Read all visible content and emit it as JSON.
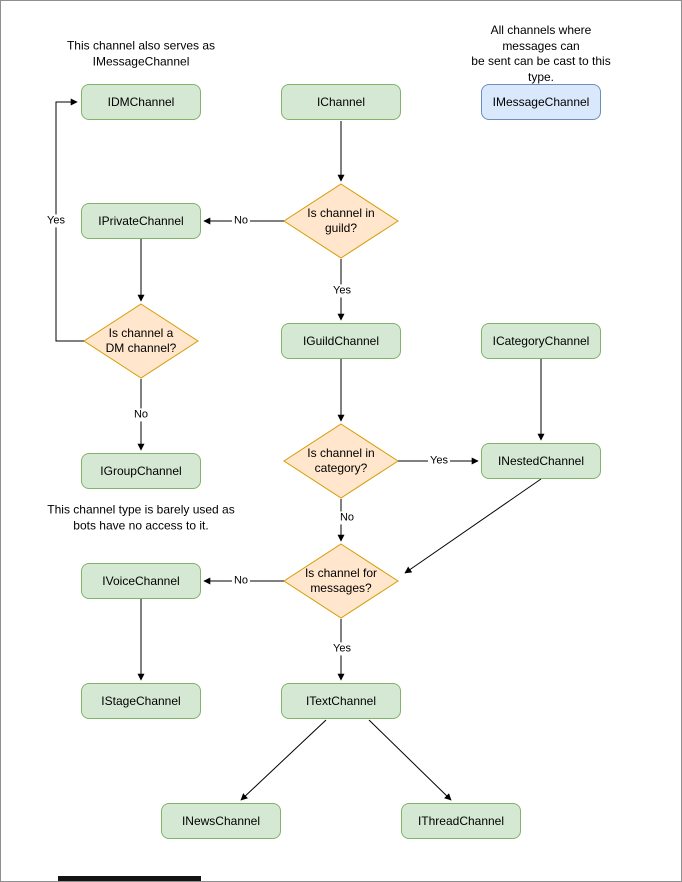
{
  "colors": {
    "green_fill": "#d5e8d4",
    "green_stroke": "#82b366",
    "blue_fill": "#dae8fc",
    "blue_stroke": "#6c8ebf",
    "orange_fill": "#ffe6cc",
    "orange_stroke": "#d79b00",
    "edge": "#000000",
    "background": "#ffffff"
  },
  "notes": {
    "dm": "This channel also serves as\nIMessageChannel",
    "message": "All channels where messages can\nbe sent can be cast to this type.",
    "group": "This channel type is barely used as\nbots have no access to it."
  },
  "nodes": {
    "idm": "IDMChannel",
    "ichannel": "IChannel",
    "imessage": "IMessageChannel",
    "iprivate": "IPrivateChannel",
    "iguild": "IGuildChannel",
    "icategory": "ICategoryChannel",
    "igroup": "IGroupChannel",
    "inested": "INestedChannel",
    "ivoice": "IVoiceChannel",
    "itext": "ITextChannel",
    "istage": "IStageChannel",
    "inews": "INewsChannel",
    "ithread": "IThreadChannel"
  },
  "decisions": {
    "in_guild": "Is channel in\nguild?",
    "is_dm": "Is channel a\nDM channel?",
    "in_category": "Is channel in\ncategory?",
    "for_messages": "Is channel for\nmessages?"
  },
  "edge_labels": {
    "guild_no": "No",
    "guild_yes": "Yes",
    "dm_yes": "Yes",
    "dm_no": "No",
    "category_yes": "Yes",
    "category_no": "No",
    "messages_no": "No",
    "messages_yes": "Yes"
  }
}
